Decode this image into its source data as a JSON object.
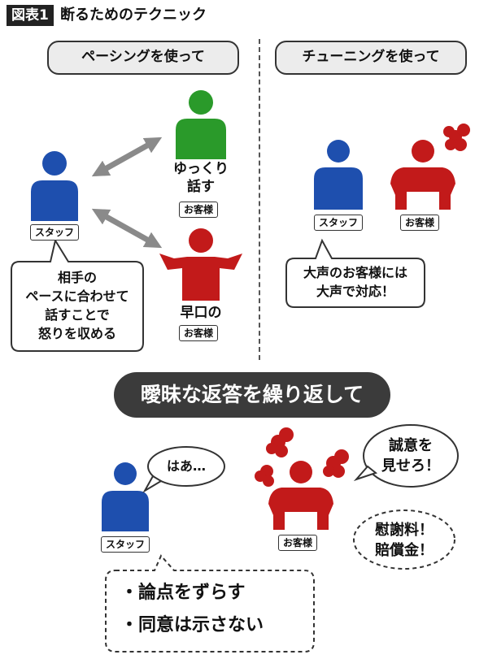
{
  "header": {
    "badge": "図表1",
    "title": "断るためのテクニック"
  },
  "pacing": {
    "heading": "ペーシングを使って",
    "staff_tag": "スタッフ",
    "slow_label_1": "ゆっくり",
    "slow_label_2": "話す",
    "slow_tag": "お客様",
    "fast_label": "早口の",
    "fast_tag": "お客様",
    "note_lines": [
      "相手の",
      "ペースに合わせて",
      "話すことで",
      "怒りを収める"
    ]
  },
  "tuning": {
    "heading": "チューニングを使って",
    "staff_tag": "スタッフ",
    "customer_tag": "お客様",
    "note_lines": [
      "大声のお客様には",
      "大声で対応！"
    ]
  },
  "vague": {
    "heading": "曖昧な返答を繰り返して",
    "staff_reply": "はあ…",
    "demand_lines": [
      "誠意を",
      "見せろ！"
    ],
    "money_lines": [
      "慰謝料！",
      "賠償金！"
    ],
    "staff_tag": "スタッフ",
    "customer_tag": "お客様",
    "points": [
      "・論点をずらす",
      "・同意は示さない"
    ]
  },
  "colors": {
    "staff_blue": "#1e4fae",
    "green": "#2a9a2a",
    "red": "#c21a1a",
    "dark": "#3b3b3b"
  }
}
